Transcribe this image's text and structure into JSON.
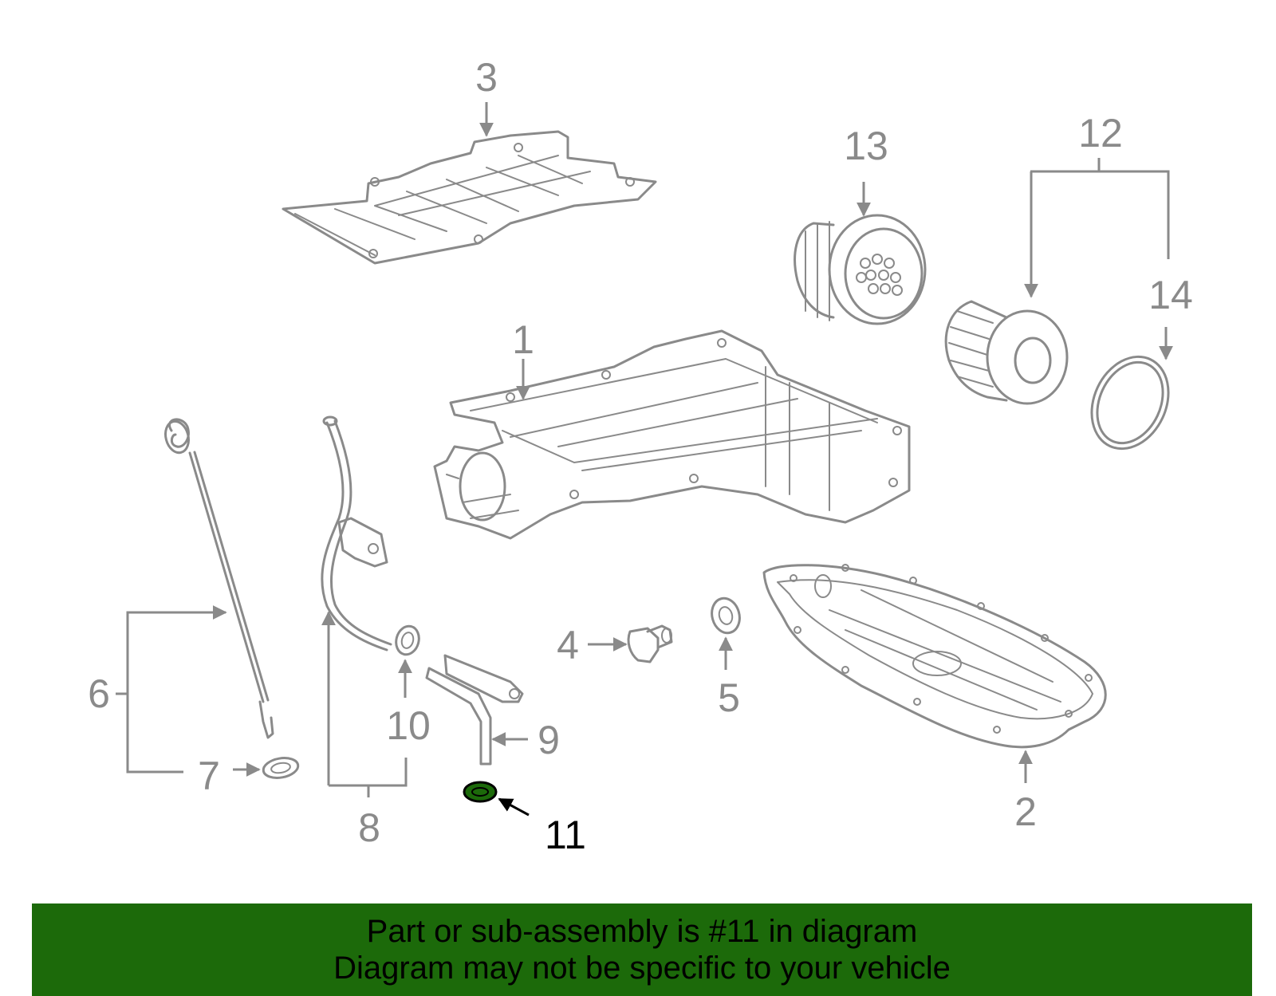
{
  "callouts": {
    "c1": "1",
    "c2": "2",
    "c3": "3",
    "c4": "4",
    "c5": "5",
    "c6": "6",
    "c7": "7",
    "c8": "8",
    "c9": "9",
    "c10": "10",
    "c11": "11",
    "c12": "12",
    "c13": "13",
    "c14": "14"
  },
  "highlight_part": "11",
  "colors": {
    "line_gray": "#8a8a8a",
    "banner_green": "#1c6a0a",
    "highlight_fill": "#1c6a0a"
  },
  "banner": {
    "line1": "Part or sub-assembly is #11 in diagram",
    "line2": "Diagram may not be specific to your vehicle"
  }
}
